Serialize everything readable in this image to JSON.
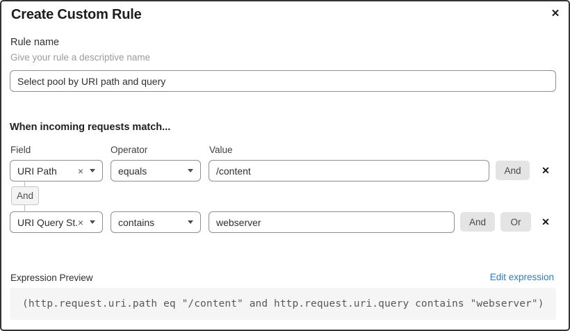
{
  "dialog": {
    "title": "Create Custom Rule"
  },
  "icons": {
    "close": "✕",
    "remove": "✕",
    "clear": "×"
  },
  "rule_name": {
    "label": "Rule name",
    "hint": "Give your rule a descriptive name",
    "value": "Select pool by URI path and query"
  },
  "matcher": {
    "heading": "When incoming requests match...",
    "columns": {
      "field": "Field",
      "operator": "Operator",
      "value": "Value"
    },
    "joiner_label": "And",
    "rows": [
      {
        "field": "URI Path",
        "operator": "equals",
        "value": "/content",
        "conjunctions": [
          "And"
        ]
      },
      {
        "field": "URI Query St...",
        "operator": "contains",
        "value": "webserver",
        "conjunctions": [
          "And",
          "Or"
        ]
      }
    ]
  },
  "expression": {
    "label": "Expression Preview",
    "edit_link": "Edit expression",
    "code": "(http.request.uri.path eq \"/content\" and http.request.uri.query contains \"webserver\")"
  },
  "colors": {
    "link_blue": "#2e7cb8",
    "button_gray": "#e4e4e4",
    "code_bg": "#f5f5f5",
    "border_dark": "#333333",
    "input_border": "#8e8e8e"
  }
}
